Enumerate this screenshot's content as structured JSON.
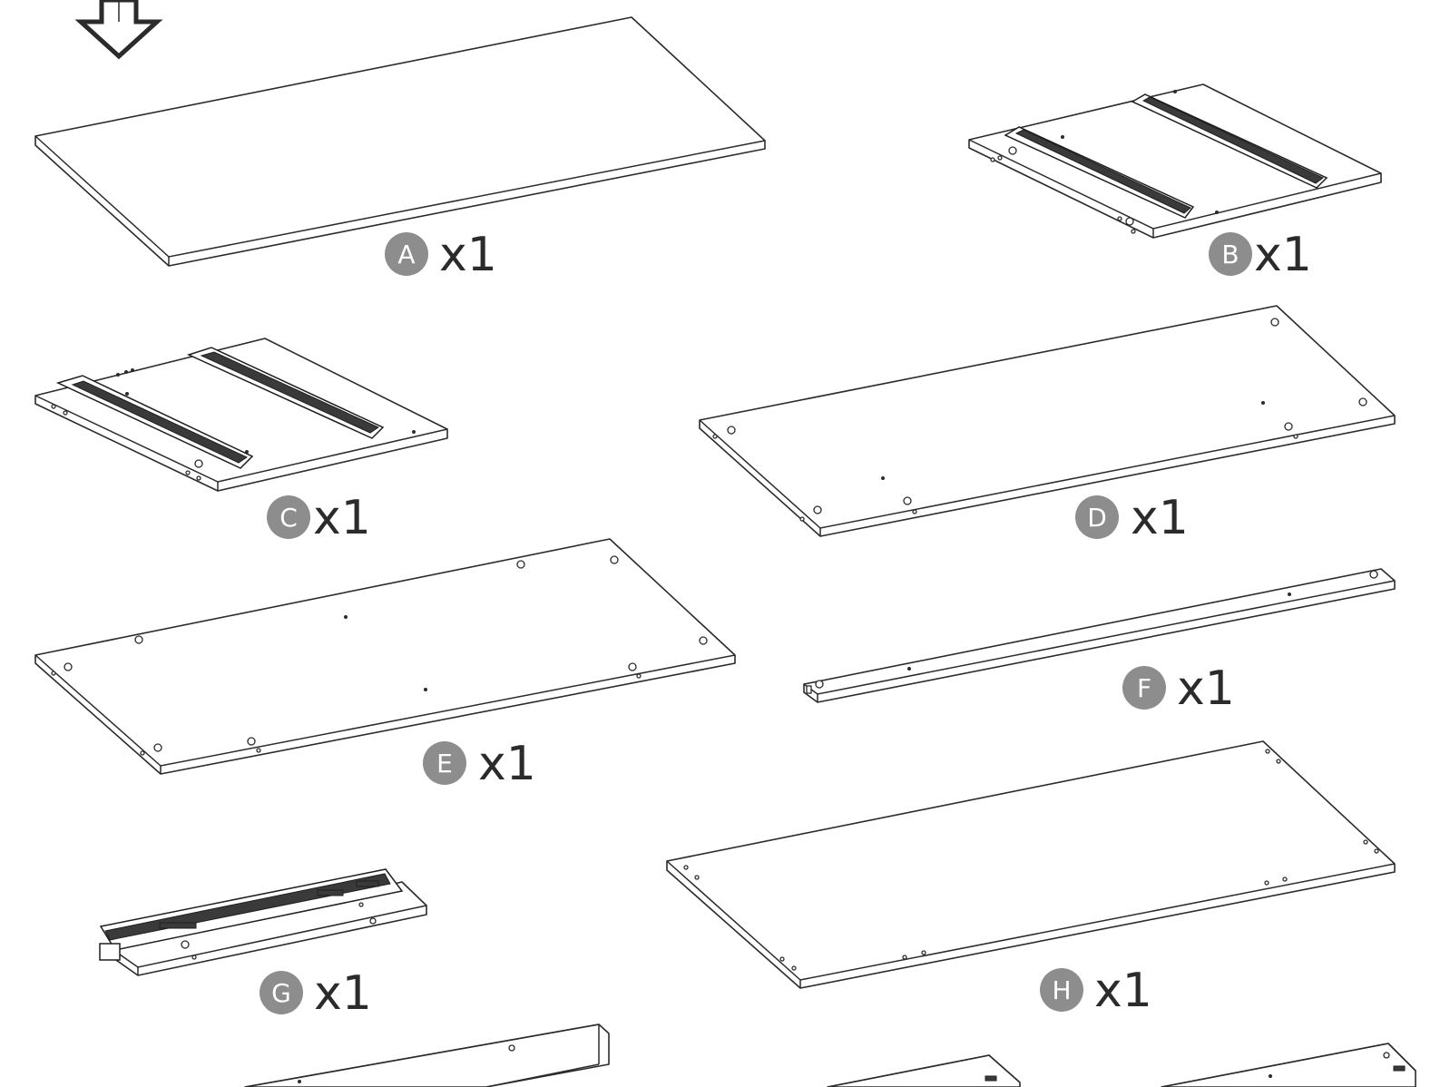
{
  "colors": {
    "line": "#2b2b2b",
    "badge": "#8d8d8d",
    "background": "#ffffff"
  },
  "icons": {
    "pointer": "down-arrow-icon"
  },
  "parts": [
    {
      "id": "A",
      "letter": "A",
      "qty": "x1",
      "kind": "panel"
    },
    {
      "id": "B",
      "letter": "B",
      "qty": "x1",
      "kind": "panel-with-rails"
    },
    {
      "id": "C",
      "letter": "C",
      "qty": "x1",
      "kind": "panel-with-rails"
    },
    {
      "id": "D",
      "letter": "D",
      "qty": "x1",
      "kind": "panel"
    },
    {
      "id": "E",
      "letter": "E",
      "qty": "x1",
      "kind": "panel"
    },
    {
      "id": "F",
      "letter": "F",
      "qty": "x1",
      "kind": "rail-bar"
    },
    {
      "id": "G",
      "letter": "G",
      "qty": "x1",
      "kind": "slide-rail"
    },
    {
      "id": "H",
      "letter": "H",
      "qty": "x1",
      "kind": "panel"
    }
  ]
}
